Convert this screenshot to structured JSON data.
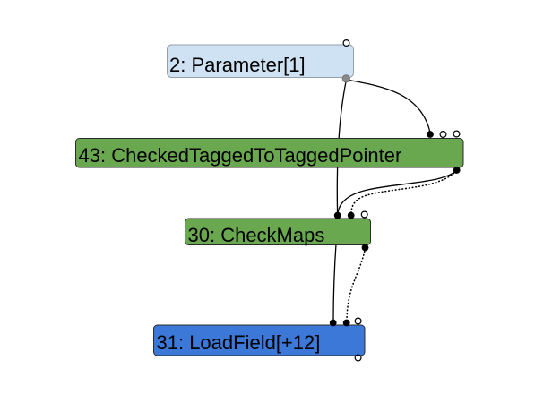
{
  "graph": {
    "nodes": [
      {
        "id": "2",
        "label": "2: Parameter[1]",
        "fill": "#cfe2f3",
        "border": "#95a0aa"
      },
      {
        "id": "43",
        "label": "43: CheckedTaggedToTaggedPointer",
        "fill": "#6aa84f",
        "border": "#2b2b2b"
      },
      {
        "id": "30",
        "label": "30: CheckMaps",
        "fill": "#6aa84f",
        "border": "#2b2b2b"
      },
      {
        "id": "31",
        "label": "31: LoadField[+12]",
        "fill": "#3c78d8",
        "border": "#2b2b2b"
      }
    ],
    "edges": [
      {
        "from": "2: Parameter[1]",
        "to": "43: CheckedTaggedToTaggedPointer",
        "kind": "value",
        "style": "solid"
      },
      {
        "from": "2: Parameter[1]",
        "to": "31: LoadField[+12]",
        "kind": "value",
        "style": "solid"
      },
      {
        "from": "43: CheckedTaggedToTaggedPointer",
        "to": "30: CheckMaps",
        "kind": "value",
        "style": "solid"
      },
      {
        "from": "43: CheckedTaggedToTaggedPointer",
        "to": "30: CheckMaps",
        "kind": "effect",
        "style": "dotted"
      },
      {
        "from": "30: CheckMaps",
        "to": "31: LoadField[+12]",
        "kind": "effect",
        "style": "dotted"
      }
    ],
    "colors": {
      "background": "#ffffff",
      "edge": "#000000",
      "port_filled": "#000000",
      "port_open_fill": "#ffffff",
      "port_open_stroke": "#000000",
      "parameter_output_port": "#8a8a8a",
      "parameter_output_port_stroke": "#6f6f6f"
    }
  }
}
